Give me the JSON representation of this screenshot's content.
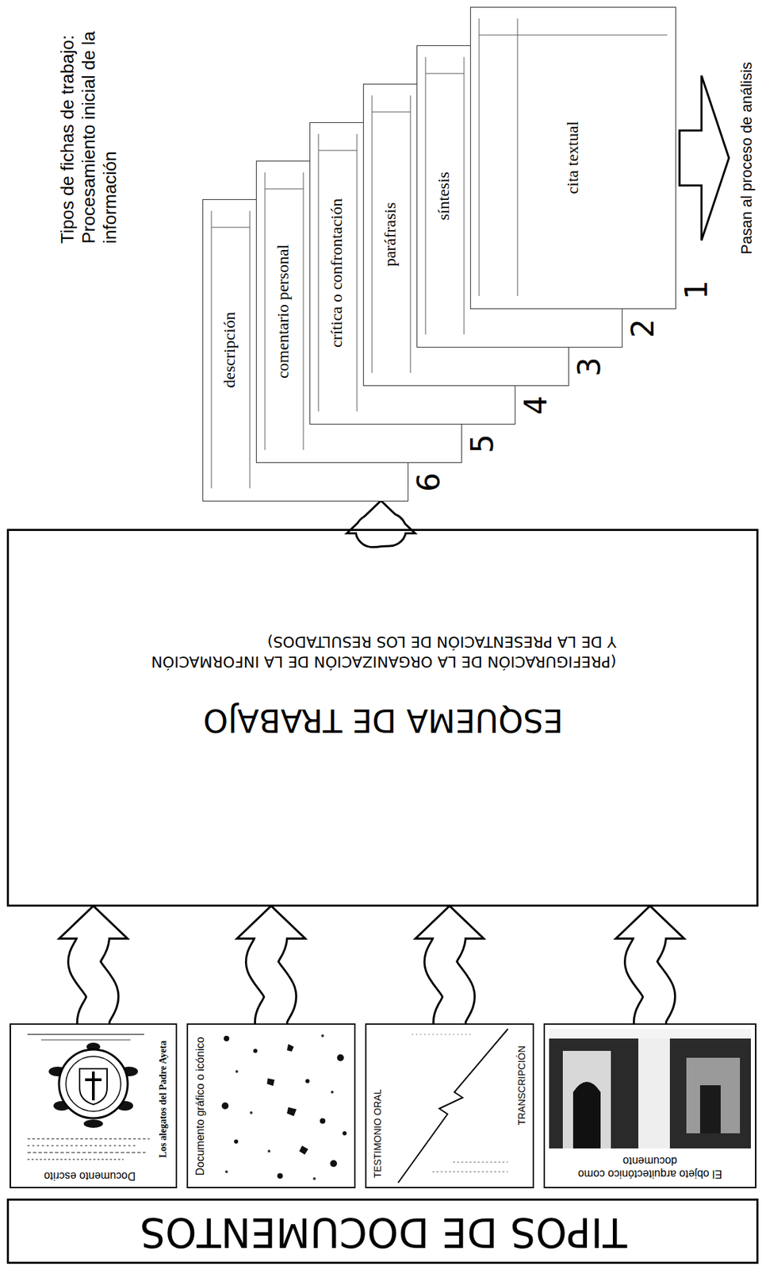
{
  "diagram": {
    "nodes": [
      {
        "text": [
          "TIPOS DE DOCUMENTOS"
        ]
      },
      {
        "text": [
          "Documento escrito"
        ]
      },
      {
        "text": [
          "Documento gráfico o icónico"
        ]
      },
      {
        "text": [
          "TESTIMONIO ORAL",
          "TRANSCRIPCIÓN"
        ]
      },
      {
        "text": [
          "El objeto arquitectónico como documento"
        ]
      },
      {
        "text": [
          "ESQUEMA DE TRABAJO",
          "(PREFIGURACIÓN DE LA ORGANIZACIÓN DE LA INFORMACIÓN Y DE LA PRESENTACIÓN DE LOS RESULTADOS)"
        ]
      },
      {
        "text": [
          "descripción"
        ]
      },
      {
        "text": [
          "comentario personal"
        ]
      },
      {
        "text": [
          "crítica o confrontación"
        ]
      },
      {
        "text": [
          "paráfrasis"
        ]
      },
      {
        "text": [
          "síntesis"
        ]
      },
      {
        "text": [
          "cita textual"
        ]
      }
    ],
    "edges": [
      {
        "from": 1,
        "to": 5,
        "arrow": "to"
      },
      {
        "from": 2,
        "to": 5,
        "arrow": "to"
      },
      {
        "from": 3,
        "to": 5,
        "arrow": "to"
      },
      {
        "from": 4,
        "to": 5,
        "arrow": "to"
      },
      {
        "from": 5,
        "to": 6,
        "arrow": "to"
      }
    ],
    "labels": [
      "Tipos de fichas de trabajo: Procesamiento inicial de la información",
      "6",
      "5",
      "4",
      "3",
      "2",
      "1",
      "Pasan al proceso de análisis",
      "Los alegatos del Padre Ayeta"
    ]
  }
}
